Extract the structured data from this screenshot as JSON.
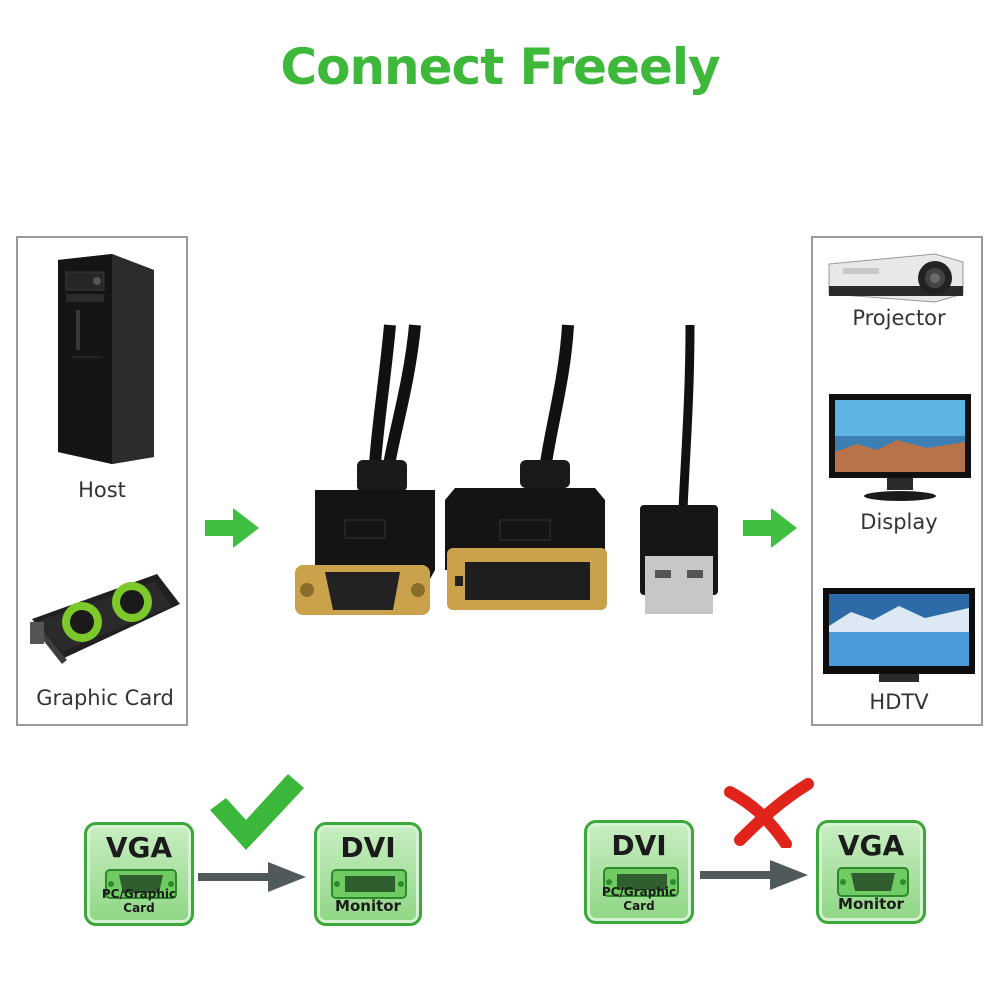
{
  "title": "Connect Freeely",
  "colors": {
    "title_green": "#3db83a",
    "arrow_green": "#3fbf3f",
    "check_green": "#3bb83b",
    "cross_red": "#e0241b",
    "flow_arrow_gray": "#505a5a",
    "panel_border": "#9a9a9a"
  },
  "left_panel": {
    "items": [
      {
        "icon": "desktop-tower-icon",
        "label": "Host"
      },
      {
        "icon": "graphics-card-icon",
        "label": "Graphic Card"
      }
    ]
  },
  "right_panel": {
    "items": [
      {
        "icon": "projector-icon",
        "label": "Projector"
      },
      {
        "icon": "display-monitor-icon",
        "label": "Display"
      },
      {
        "icon": "hdtv-icon",
        "label": "HDTV"
      }
    ]
  },
  "cable": {
    "connectors": [
      "vga-connector-icon",
      "dvi-connector-icon",
      "usb-connector-icon"
    ]
  },
  "diagrams": [
    {
      "status": "supported",
      "status_icon": "checkmark-icon",
      "source": {
        "name": "VGA",
        "sub": "PC/Graphic Card"
      },
      "target": {
        "name": "DVI",
        "sub": "Monitor"
      }
    },
    {
      "status": "unsupported",
      "status_icon": "cross-icon",
      "source": {
        "name": "DVI",
        "sub": "PC/Graphic Card"
      },
      "target": {
        "name": "VGA",
        "sub": "Monitor"
      }
    }
  ]
}
